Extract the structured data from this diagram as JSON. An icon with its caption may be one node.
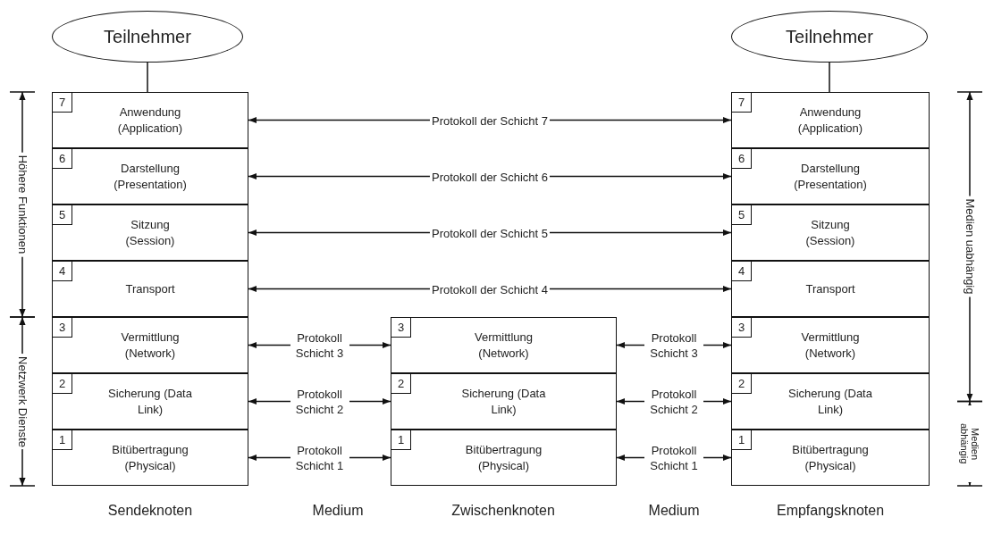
{
  "diagram": {
    "nodes": [
      {
        "text": [
          "Teilnehmer"
        ]
      },
      {
        "text": [
          "Teilnehmer"
        ]
      },
      {
        "text": [
          "7",
          "Anwendung (Application)"
        ]
      },
      {
        "text": [
          "6",
          "Darstellung (Presentation)"
        ]
      },
      {
        "text": [
          "5",
          "Sitzung (Session)"
        ]
      },
      {
        "text": [
          "4",
          "Transport"
        ]
      },
      {
        "text": [
          "3",
          "Vermittlung (Network)"
        ]
      },
      {
        "text": [
          "2",
          "Sicherung (Data Link)"
        ]
      },
      {
        "text": [
          "1",
          "Bitübertragung (Physical)"
        ]
      },
      {
        "text": [
          "3",
          "Vermittlung (Network)"
        ]
      },
      {
        "text": [
          "2",
          "Sicherung (Data Link)"
        ]
      },
      {
        "text": [
          "1",
          "Bitübertragung (Physical)"
        ]
      },
      {
        "text": [
          "7",
          "Anwendung (Application)"
        ]
      },
      {
        "text": [
          "6",
          "Darstellung (Presentation)"
        ]
      },
      {
        "text": [
          "5",
          "Sitzung (Session)"
        ]
      },
      {
        "text": [
          "4",
          "Transport"
        ]
      },
      {
        "text": [
          "3",
          "Vermittlung (Network)"
        ]
      },
      {
        "text": [
          "2",
          "Sicherung (Data Link)"
        ]
      },
      {
        "text": [
          "1",
          "Bitübertragung (Physical)"
        ]
      }
    ],
    "edges": [
      {
        "from": 0,
        "to": 2,
        "arrow": "none"
      },
      {
        "from": 1,
        "to": 12,
        "arrow": "none"
      },
      {
        "from": 2,
        "to": 12,
        "arrow": "both",
        "label": "Protokoll der Schicht 7"
      },
      {
        "from": 3,
        "to": 13,
        "arrow": "both",
        "label": "Protokoll der Schicht 6"
      },
      {
        "from": 4,
        "to": 14,
        "arrow": "both",
        "label": "Protokoll der Schicht 5"
      },
      {
        "from": 5,
        "to": 15,
        "arrow": "both",
        "label": "Protokoll der Schicht 4"
      },
      {
        "from": 6,
        "to": 9,
        "arrow": "both",
        "label": "Protokoll Schicht 3"
      },
      {
        "from": 9,
        "to": 16,
        "arrow": "both",
        "label": "Protokoll Schicht 3"
      },
      {
        "from": 7,
        "to": 10,
        "arrow": "both",
        "label": "Protokoll Schicht 2"
      },
      {
        "from": 10,
        "to": 17,
        "arrow": "both",
        "label": "Protokoll Schicht 2"
      },
      {
        "from": 8,
        "to": 11,
        "arrow": "both",
        "label": "Protokoll Schicht 1"
      },
      {
        "from": 11,
        "to": 18,
        "arrow": "both",
        "label": "Protokoll Schicht 1"
      }
    ],
    "labels": [
      "Höhere Funktionen",
      "Netzwerk Dienste",
      "Medien uabhängig",
      "Medien abhängig",
      "Sendeknoten",
      "Medium",
      "Zwischenknoten",
      "Medium",
      "Empfangsknoten"
    ]
  }
}
